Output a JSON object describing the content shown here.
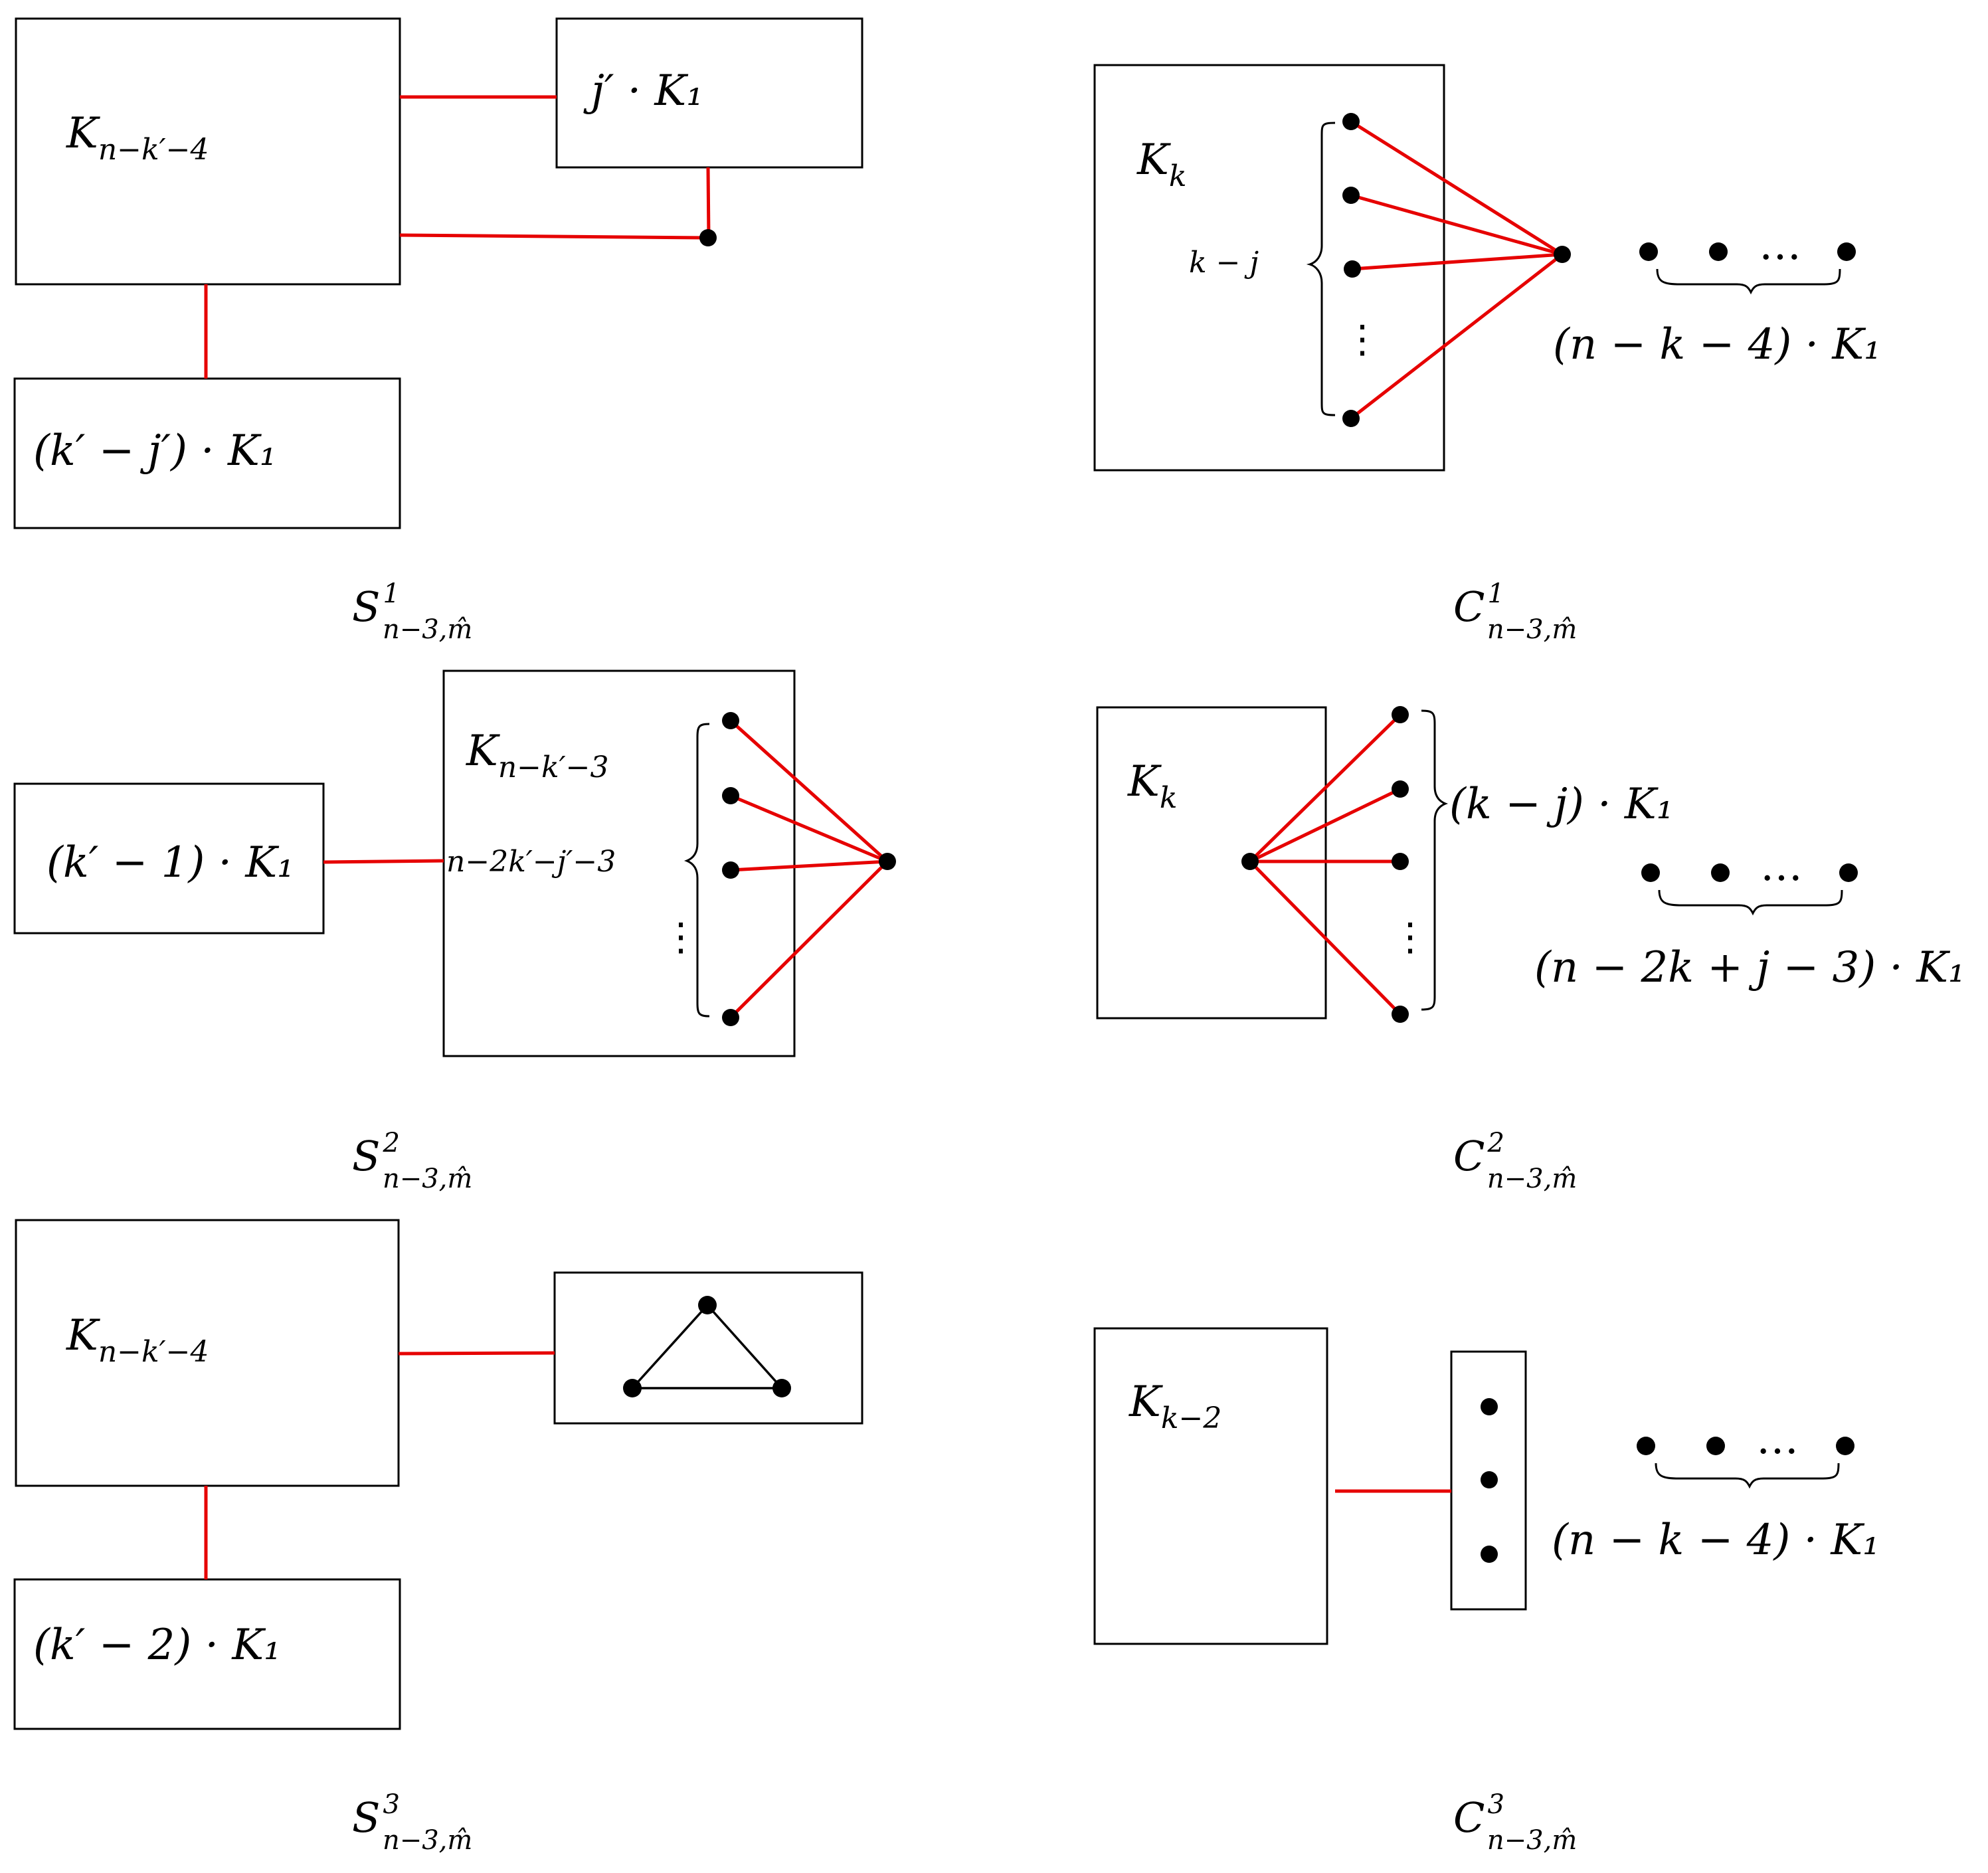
{
  "panels": {
    "s1": {
      "caption": {
        "base": "S",
        "sup": "1",
        "sub": "n−3,m̂"
      },
      "box_big": {
        "base": "K",
        "sub": "n−k′−4"
      },
      "box_top": "j′ · K₁",
      "box_bottom": "(k′ − j′) · K₁"
    },
    "c1": {
      "caption": {
        "base": "C",
        "sup": "1",
        "sub": "n−3,m̂"
      },
      "box": {
        "base": "K",
        "sub": "k"
      },
      "brace_label": "k − j",
      "dots": "…",
      "vdots": "⋮",
      "isolated_label": "(n − k − 4) · K₁"
    },
    "s2": {
      "caption": {
        "base": "S",
        "sup": "2",
        "sub": "n−3,m̂"
      },
      "box_left": "(k′ − 1) · K₁",
      "box_right": {
        "base": "K",
        "sub": "n−k′−3"
      },
      "brace_label": "n−2k′−j′−3",
      "vdots": "⋮"
    },
    "c2": {
      "caption": {
        "base": "C",
        "sup": "2",
        "sub": "n−3,m̂"
      },
      "box": {
        "base": "K",
        "sub": "k"
      },
      "brace_label": "(k − j) · K₁",
      "dots": "…",
      "vdots": "⋮",
      "isolated_label": "(n − 2k + j − 3) · K₁"
    },
    "s3": {
      "caption": {
        "base": "S",
        "sup": "3",
        "sub": "n−3,m̂"
      },
      "box_big": {
        "base": "K",
        "sub": "n−k′−4"
      },
      "box_bottom": "(k′ − 2) · K₁"
    },
    "c3": {
      "caption": {
        "base": "C",
        "sup": "3",
        "sub": "n−3,m̂"
      },
      "box": {
        "base": "K",
        "sub": "k−2"
      },
      "dots": "…",
      "isolated_label": "(n − k − 4) · K₁"
    }
  }
}
